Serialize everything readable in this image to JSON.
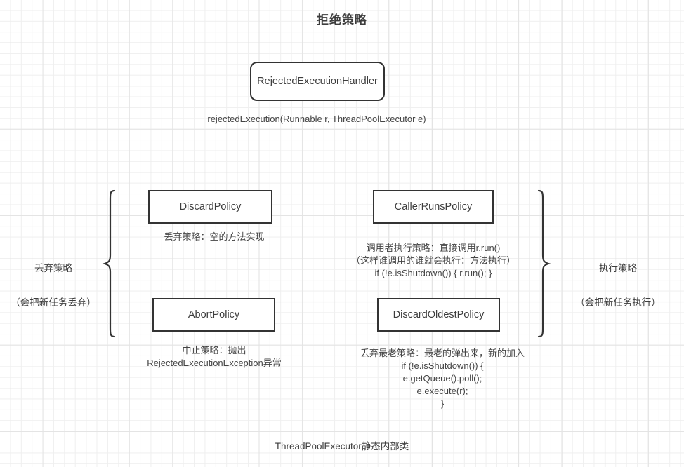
{
  "diagram": {
    "title": "拒绝策略",
    "footer_note": "ThreadPoolExecutor静态内部类",
    "root": {
      "label": "RejectedExecutionHandler",
      "method_signature": "rejectedExecution(Runnable r, ThreadPoolExecutor e)"
    },
    "groups": {
      "left": {
        "title": "丢弃策略",
        "subtitle": "（会把新任务丢弃）"
      },
      "right": {
        "title": "执行策略",
        "subtitle": "（会把新任务执行）"
      }
    },
    "policies": [
      {
        "name": "DiscardPolicy",
        "caption": "丢弃策略：空的方法实现"
      },
      {
        "name": "CallerRunsPolicy",
        "caption": "调用者执行策略：直接调用r.run()\n（这样谁调用的谁就会执行：方法执行）\nif (!e.isShutdown()) { r.run(); }"
      },
      {
        "name": "AbortPolicy",
        "caption": "中止策略：抛出\nRejectedExecutionException异常"
      },
      {
        "name": "DiscardOldestPolicy",
        "caption": "丢弃最老策略：最老的弹出来，新的加入\nif (!e.isShutdown()) {\ne.getQueue().poll();\ne.execute(r);\n}"
      }
    ],
    "colors": {
      "border": "#333333",
      "text": "#3d3d3d",
      "grid_minor": "#efefef",
      "grid_major": "#e3e3e3",
      "background": "#ffffff"
    }
  }
}
